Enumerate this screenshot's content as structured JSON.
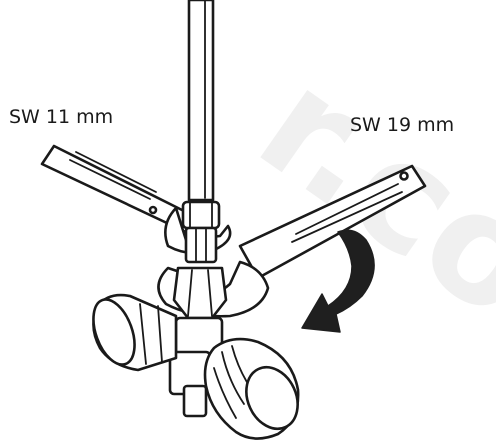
{
  "labels": {
    "left_wrench": "SW 11 mm",
    "right_wrench": "SW 19 mm"
  },
  "colors": {
    "line": "#1a1a1a",
    "arrow": "#1f1f1f",
    "watermark": "#f0f0f0",
    "background": "#ffffff"
  },
  "icons": {
    "arrow": "curved-rotation-arrow"
  }
}
